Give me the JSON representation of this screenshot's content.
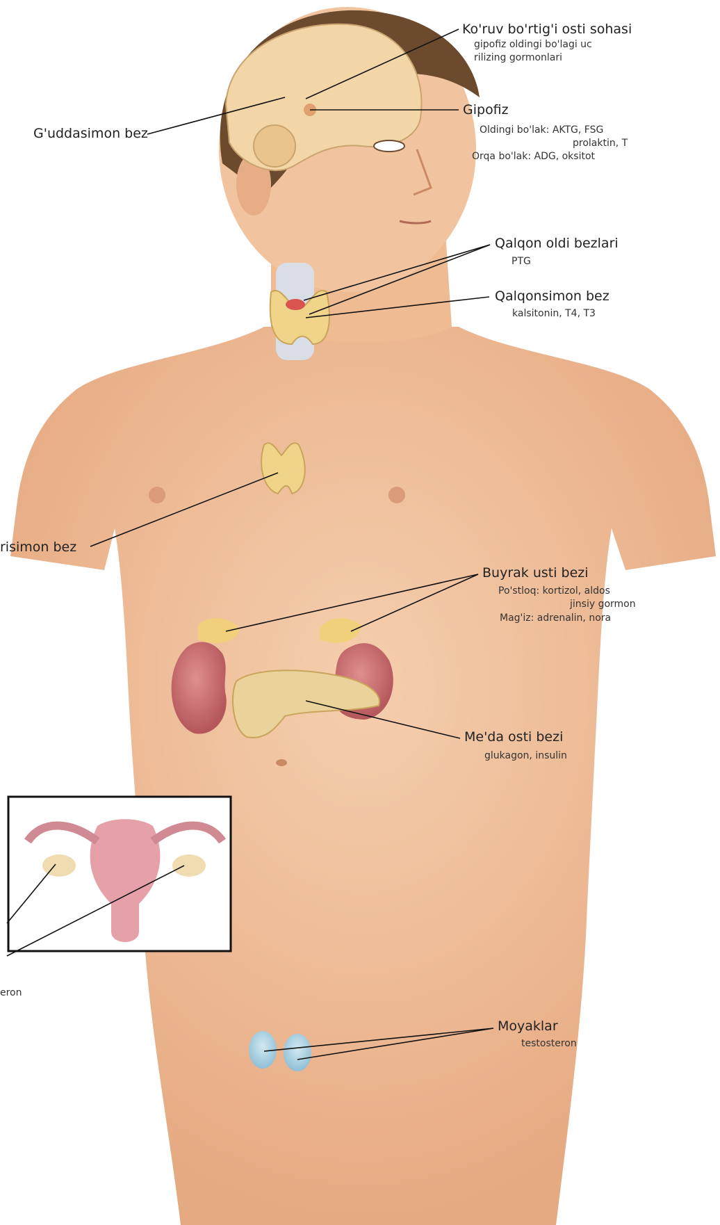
{
  "labels": {
    "hypothalamus_title": "Ko'ruv bo'rtig'i osti sohasi",
    "hypothalamus_sub1": "gipofiz oldingi bo'lagi uc",
    "hypothalamus_sub2": "rilizing gormonlari",
    "pineal": "G'uddasimon bez",
    "pituitary_title": "Gipofiz",
    "pituitary_sub1": "Oldingi bo'lak: AKTG, FSG",
    "pituitary_sub2": "prolaktin, T",
    "pituitary_sub3": "Orqa bo'lak: ADG, oksitot",
    "parathyroid_title": "Qalqon oldi bezlari",
    "parathyroid_sub": "PTG",
    "thyroid_title": "Qalqonsimon bez",
    "thyroid_sub": "kalsitonin, T4, T3",
    "thymus": "risimon bez",
    "adrenal_title": "Buyrak usti bezi",
    "adrenal_sub1": "Po'stloq: kortizol, aldos",
    "adrenal_sub2": "jinsiy gormon",
    "adrenal_sub3": "Mag'iz: adrenalin, nora",
    "pancreas_title": "Me'da osti bezi",
    "pancreas_sub": "glukagon, insulin",
    "ovary_fragment": "eron",
    "testes_title": "Moyaklar",
    "testes_sub": "testosteron"
  },
  "colors": {
    "skin": "#f2c39c",
    "skin_shadow": "#e0a37c",
    "hair": "#6b4a2e",
    "brain": "#f3d6a8",
    "gland": "#f0d48a",
    "kidney": "#c9676a",
    "uterus": "#e5a0a8",
    "testis": "#a9cfe0",
    "leader_line": "#111111"
  }
}
